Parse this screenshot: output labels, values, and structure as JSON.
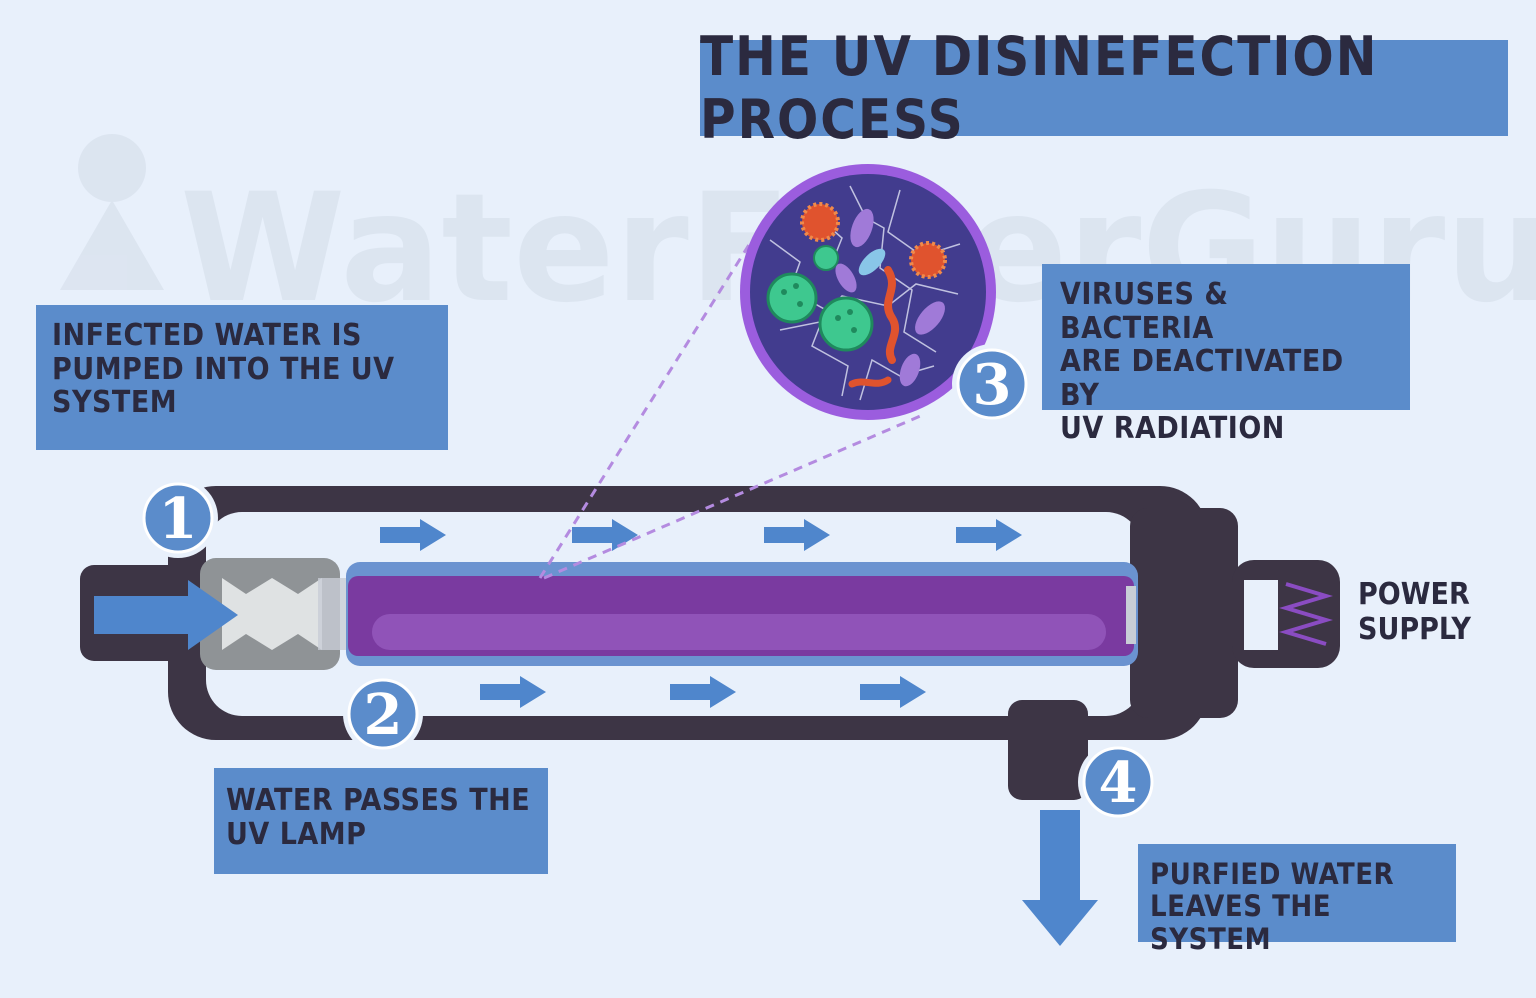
{
  "title": "THE UV DISINEFECTION PROCESS",
  "watermark": "WaterFilterGuru",
  "steps": [
    {
      "number": "1",
      "text": "INFECTED WATER IS\nPUMPED INTO THE UV\nSYSTEM"
    },
    {
      "number": "2",
      "text": "WATER PASSES THE\nUV LAMP"
    },
    {
      "number": "3",
      "text": "VIRUSES & BACTERIA\nARE DEACTIVATED BY\nUV RADIATION"
    },
    {
      "number": "4",
      "text": "PURFIED WATER\nLEAVES THE SYSTEM"
    }
  ],
  "power_label": "POWER\nSUPPLY",
  "colors": {
    "background": "#e8f0fb",
    "label_box": "#5b8ccb",
    "text": "#2b2a3f",
    "housing": "#3d3545",
    "lamp": "#7a3aa0",
    "arrow": "#4f86cc"
  }
}
